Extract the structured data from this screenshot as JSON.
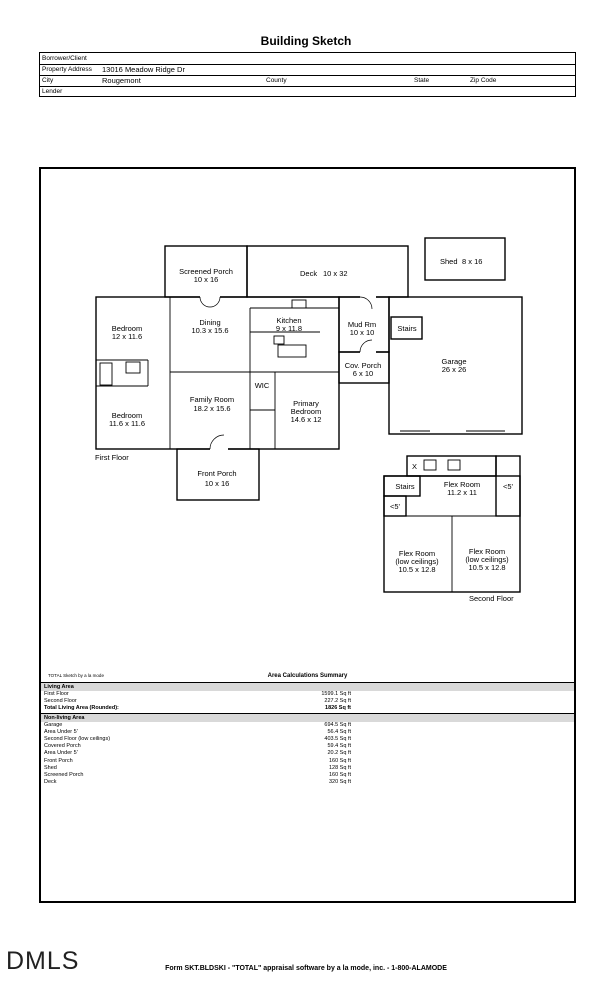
{
  "title": "Building Sketch",
  "header": {
    "borrower_label": "Borrower/Client",
    "borrower_value": "",
    "address_label": "Property Address",
    "address_value": "13016 Meadow Ridge Dr",
    "city_label": "City",
    "city_value": "Rougemont",
    "county_label": "County",
    "state_label": "State",
    "zip_label": "Zip Code",
    "lender_label": "Lender"
  },
  "sketch": {
    "screened_porch": {
      "name": "Screened Porch",
      "dims": "10 x 16"
    },
    "deck": {
      "name": "Deck",
      "dims": "10 x 32"
    },
    "shed": {
      "name": "Shed",
      "dims": "8 x 16"
    },
    "bedroom1": {
      "name": "Bedroom",
      "dims": "12 x 11.6"
    },
    "dining": {
      "name": "Dining",
      "dims": "10.3 x 15.6"
    },
    "kitchen": {
      "name": "Kitchen",
      "dims": "9 x 11.8"
    },
    "mud_room": {
      "name": "Mud Rm",
      "dims": "10 x 10"
    },
    "stairs1": "Stairs",
    "garage": {
      "name": "Garage",
      "dims": "26 x 26"
    },
    "cov_porch": {
      "name": "Cov. Porch",
      "dims": "6 x 10"
    },
    "wic": "WIC",
    "family_room": {
      "name": "Family Room",
      "dims": "18.2 x 15.6"
    },
    "primary_bedroom": {
      "name": "Primary",
      "name2": "Bedroom",
      "dims": "14.6 x 12"
    },
    "bedroom2": {
      "name": "Bedroom",
      "dims": "11.6 x 11.6"
    },
    "first_floor": "First Floor",
    "front_porch": {
      "name": "Front Porch",
      "dims": "10 x 16"
    },
    "x_mark": "X",
    "stairs2": "Stairs",
    "flex1": {
      "name": "Flex Room",
      "dims": "11.2 x 11"
    },
    "lt5_a": "<5'",
    "lt5_b": "<5'",
    "flex2": {
      "name": "Flex Room",
      "name2": "(low ceilings)",
      "dims": "10.5 x 12.8"
    },
    "flex3": {
      "name": "Flex Room",
      "name2": "(low ceilings)",
      "dims": "10.5 x 12.8"
    },
    "second_floor": "Second Floor"
  },
  "note": "TOTAL Sketch by a la mode",
  "calc_title": "Area Calculations Summary",
  "living_area": {
    "heading": "Living Area",
    "rows": [
      {
        "label": "First Floor",
        "value": "1599.1 Sq ft"
      },
      {
        "label": "Second Floor",
        "value": "227.2 Sq ft"
      }
    ],
    "total_label": "Total Living Area (Rounded):",
    "total_value": "1826 Sq ft"
  },
  "non_living_area": {
    "heading": "Non-living Area",
    "rows": [
      {
        "label": "Garage",
        "value": "694.5 Sq ft"
      },
      {
        "label": "Area Under 5'",
        "value": "56.4 Sq ft"
      },
      {
        "label": "Second Floor (low ceilings)",
        "value": "403.5 Sq ft"
      },
      {
        "label": "Covered Porch",
        "value": "59.4 Sq ft"
      },
      {
        "label": "Area Under 5'",
        "value": "20.2 Sq ft"
      },
      {
        "label": "Front Porch",
        "value": "160 Sq ft"
      },
      {
        "label": "Shed",
        "value": "128 Sq ft"
      },
      {
        "label": "Screened Porch",
        "value": "160 Sq ft"
      },
      {
        "label": "Deck",
        "value": "320 Sq ft"
      }
    ]
  },
  "watermark": "DMLS",
  "footer": "Form SKT.BLDSKI - \"TOTAL\" appraisal software by a la mode, inc. - 1-800-ALAMODE"
}
